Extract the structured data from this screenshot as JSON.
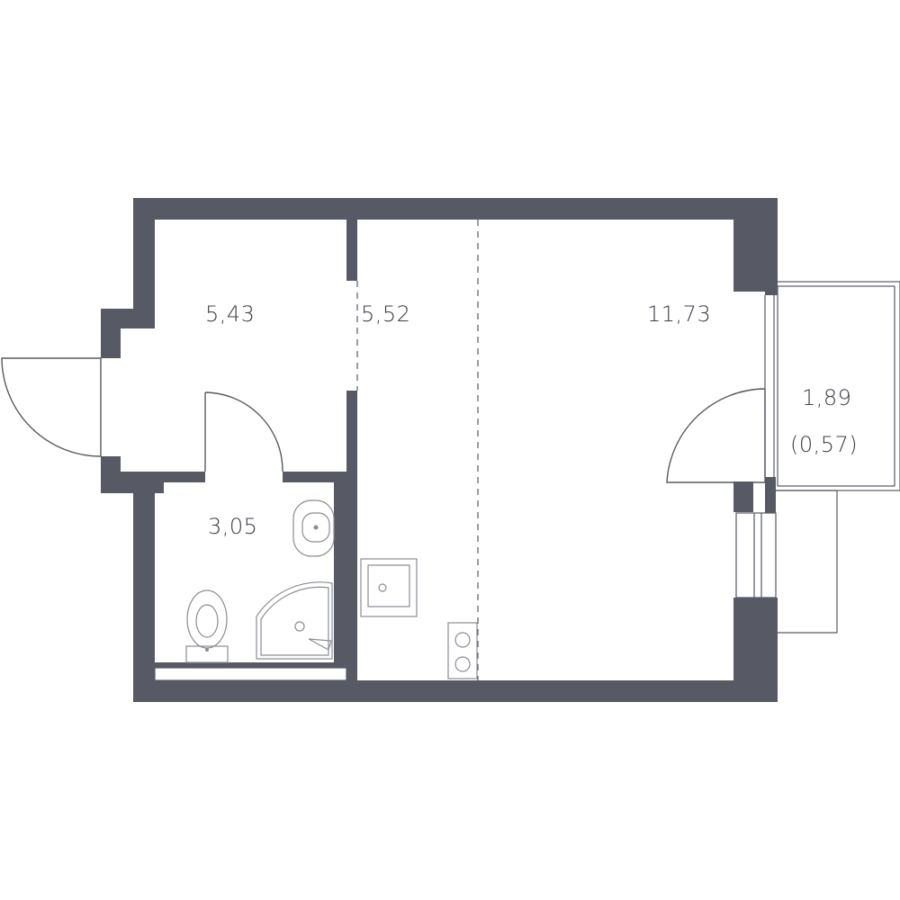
{
  "plan": {
    "rooms": [
      {
        "id": "hallway",
        "area": "5,43"
      },
      {
        "id": "kitchen",
        "area": "5,52"
      },
      {
        "id": "living",
        "area": "11,73"
      },
      {
        "id": "bathroom",
        "area": "3,05"
      },
      {
        "id": "balcony",
        "area": "1,89",
        "reduced_area": "(0,57)"
      }
    ]
  },
  "colors": {
    "wall": "#575a64",
    "line": "#575a64",
    "fixture": "#8a8d94",
    "text": "#3e4048",
    "background": "#ffffff"
  }
}
